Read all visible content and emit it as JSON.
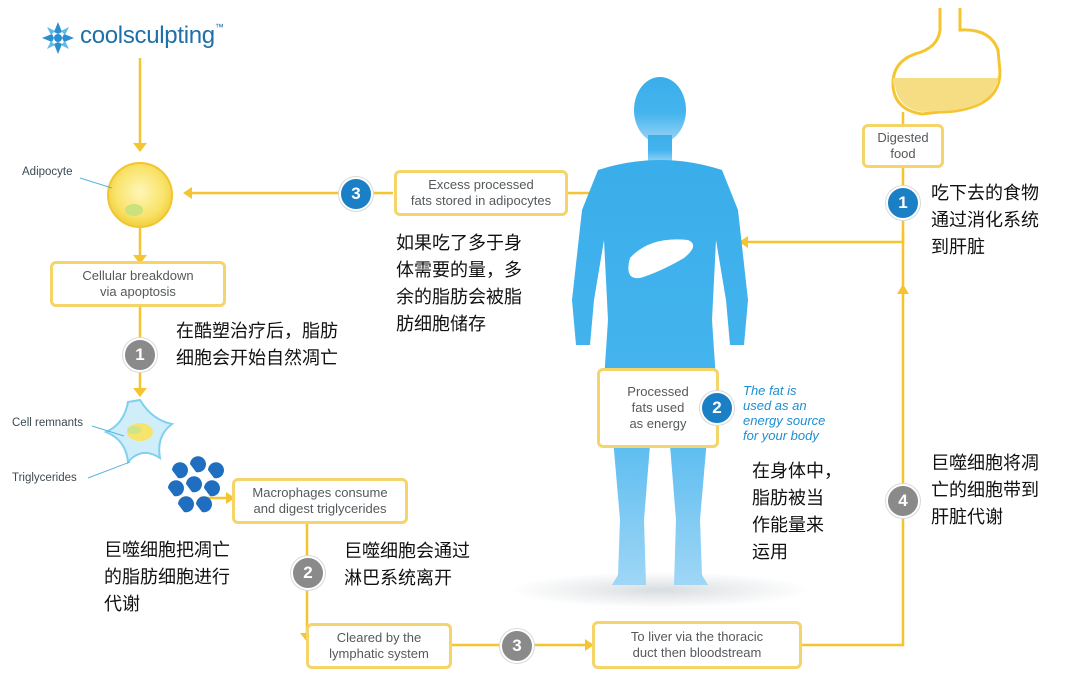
{
  "logo": {
    "text": "coolsculpting",
    "mark": "™"
  },
  "labels": {
    "adipocyte": "Adipocyte",
    "cell_remnants": "Cell remnants",
    "triglycerides": "Triglycerides"
  },
  "boxes": {
    "cellular_breakdown": "Cellular breakdown\nvia apoptosis",
    "macrophages": "Macrophages consume\nand digest triglycerides",
    "cleared": "Cleared by the\nlymphatic system",
    "to_liver": "To liver via the thoracic\nduct then bloodstream",
    "excess": "Excess processed\nfats stored in adipocytes",
    "processed": "Processed\nfats used\nas energy",
    "digested": "Digested\nfood"
  },
  "badges": {
    "gray1": "1",
    "gray2": "2",
    "gray3": "3",
    "gray4": "4",
    "blue1": "1",
    "blue2": "2",
    "blue3": "3"
  },
  "energy_note": "The fat is\nused as an\nenergy source\nfor your body",
  "chinese": {
    "apoptosis": "在酷塑治疗后，脂肪\n细胞会开始自然凋亡",
    "macrophage_metabolize": "巨噬细胞把凋亡\n的脂肪细胞进行\n代谢",
    "lymph": "巨噬细胞会通过\n淋巴系统离开",
    "stored": "如果吃了多于身\n体需要的量，多\n余的脂肪会被脂\n肪细胞储存",
    "energy": "在身体中，\n脂肪被当\n作能量来\n运用",
    "digest": "吃下去的食物\n通过消化系统\n到肝脏",
    "to_liver": "巨噬细胞将凋\n亡的细胞带到\n肝脏代谢"
  },
  "colors": {
    "flow_line": "#f5c531",
    "box_border": "#f5d46a",
    "body": "#3cb0ec",
    "blue_badge": "#1a7fc4",
    "gray_badge": "#8a8a8a",
    "stomach_fill": "#f6dd84"
  }
}
